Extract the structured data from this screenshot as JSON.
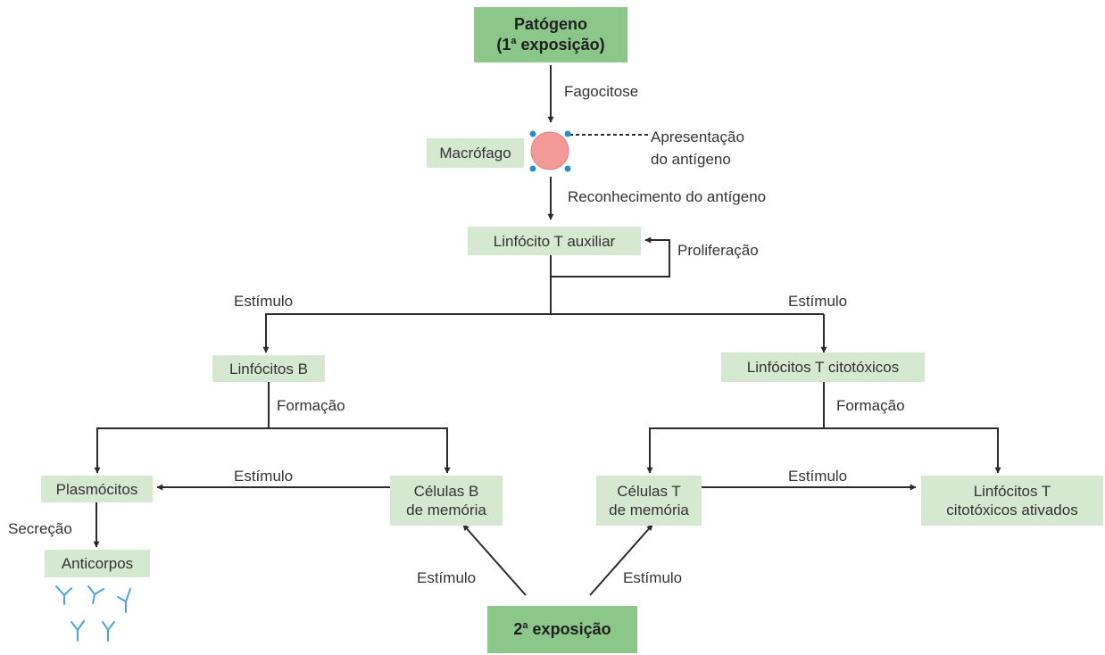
{
  "nodes": {
    "pathogen": {
      "line1": "Patógeno",
      "line2_pre": "(1",
      "line2_sup": "a",
      "line2_post": " exposição)"
    },
    "macrophage": "Macrófago",
    "helper_t": "Linfócito T auxiliar",
    "b_lymphocytes": "Linfócitos B",
    "cytotoxic_t": "Linfócitos T citotóxicos",
    "plasmocytes": "Plasmócitos",
    "memory_b": {
      "line1": "Células B",
      "line2": "de memória"
    },
    "memory_t": {
      "line1": "Células T",
      "line2": "de memória"
    },
    "activated_cytotoxic_t": {
      "line1": "Linfócitos T",
      "line2": "citotóxicos ativados"
    },
    "antibodies": "Anticorpos",
    "second_exposure": {
      "pre": "2",
      "sup": "a",
      "post": " exposição"
    }
  },
  "labels": {
    "phagocytosis": "Fagocitose",
    "antigen_presentation": {
      "line1": "Apresentação",
      "line2": "do antígeno"
    },
    "antigen_recognition": "Reconhecimento do antígeno",
    "proliferation": "Proliferação",
    "stimulus_left": "Estímulo",
    "stimulus_right": "Estímulo",
    "formation_b": "Formação",
    "formation_t": "Formação",
    "stimulus_plasmocytes": "Estímulo",
    "stimulus_activated": "Estímulo",
    "secretion": "Secreção",
    "stimulus_memory_b": "Estímulo",
    "stimulus_memory_t": "Estímulo"
  },
  "colors": {
    "box_light": "#d5e8d0",
    "box_dark": "#8cc78a",
    "macrophage_fill": "#f29a98",
    "receptor_dot": "#2a8cc4",
    "antibody": "#4aa3e0",
    "arrow": "#2b2b2b"
  }
}
